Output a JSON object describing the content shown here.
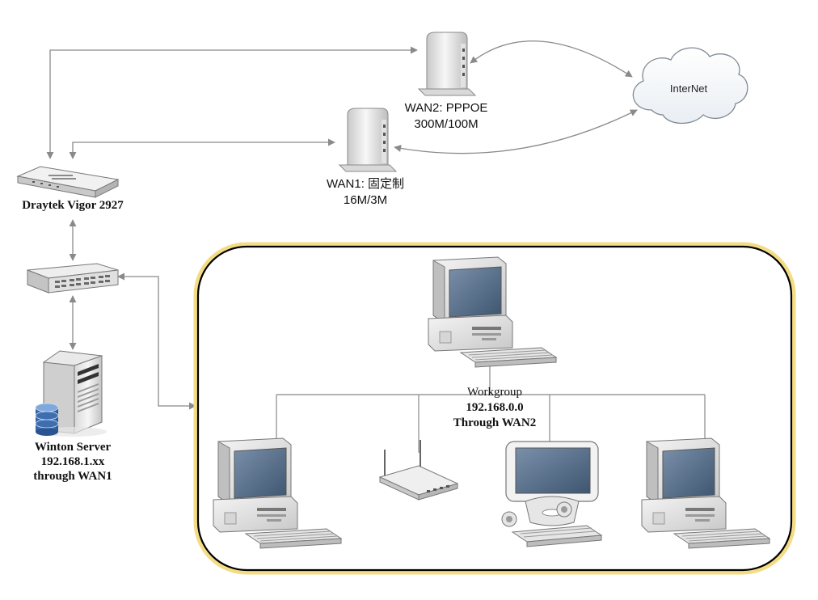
{
  "internet": {
    "label": "InterNet"
  },
  "wan2": {
    "line1": "WAN2: PPPOE",
    "line2": "300M/100M"
  },
  "wan1": {
    "line1": "WAN1: 固定制",
    "line2": "16M/3M"
  },
  "router": {
    "label": "Draytek Vigor 2927"
  },
  "server": {
    "line1": "Winton Server",
    "line2": "192.168.1.xx",
    "line3": "through WAN1"
  },
  "workgroup": {
    "line1": "Workgroup",
    "line2": "192.168.0.0",
    "line3": "Through WAN2"
  },
  "colors": {
    "connector": "#8a8a8a",
    "group_border": "#000000",
    "group_glow": "#f3dc84",
    "screen": "#5a7390"
  }
}
